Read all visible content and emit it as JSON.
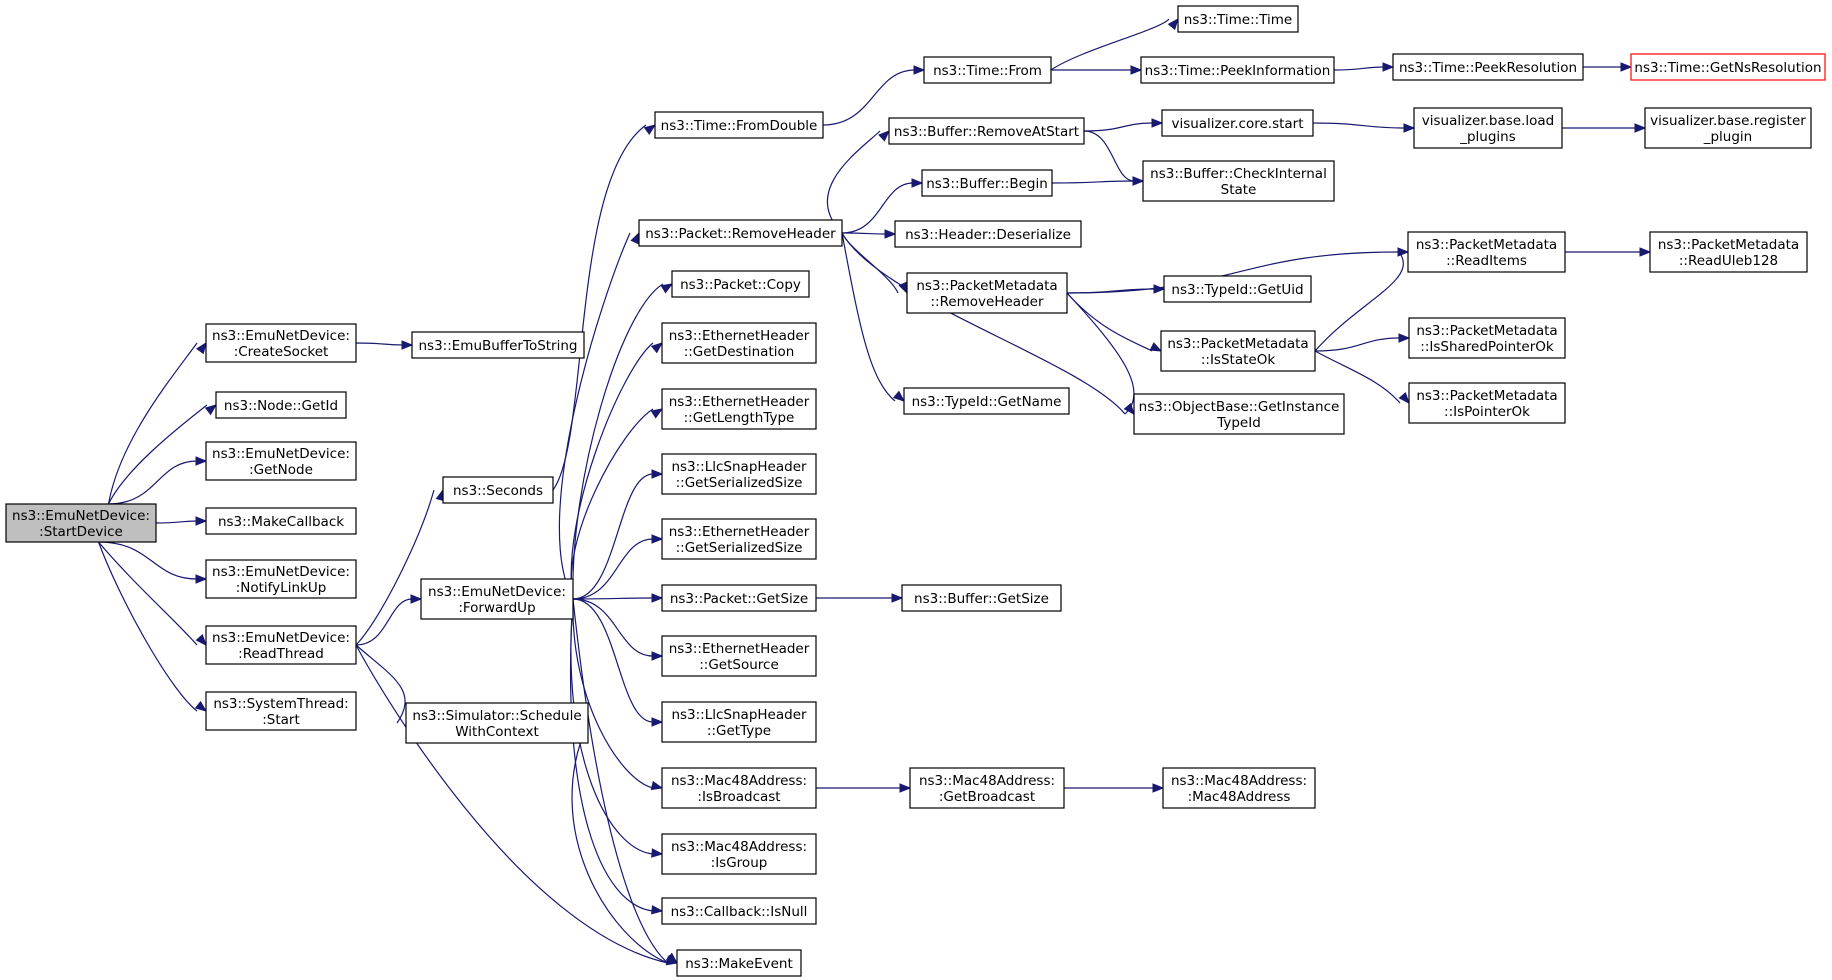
{
  "diagram": {
    "colors": {
      "edge": "#191970",
      "border": "#000000",
      "root_fill": "#bfbfbf",
      "missing_border": "#ff0000"
    },
    "nodes": [
      {
        "id": "start",
        "name": "node-emunetdevice-startdevice",
        "lines": [
          "ns3::EmuNetDevice:",
          ":StartDevice"
        ],
        "style": "root"
      },
      {
        "id": "create",
        "name": "node-emunetdevice-createsocket",
        "lines": [
          "ns3::EmuNetDevice:",
          ":CreateSocket"
        ]
      },
      {
        "id": "nodeid",
        "name": "node-node-getid",
        "lines": [
          "ns3::Node::GetId"
        ]
      },
      {
        "id": "getnode",
        "name": "node-emunetdevice-getnode",
        "lines": [
          "ns3::EmuNetDevice:",
          ":GetNode"
        ]
      },
      {
        "id": "makecb",
        "name": "node-makecallback",
        "lines": [
          "ns3::MakeCallback"
        ]
      },
      {
        "id": "notify",
        "name": "node-emunetdevice-notifylinkup",
        "lines": [
          "ns3::EmuNetDevice:",
          ":NotifyLinkUp"
        ]
      },
      {
        "id": "readthread",
        "name": "node-emunetdevice-readthread",
        "lines": [
          "ns3::EmuNetDevice:",
          ":ReadThread"
        ]
      },
      {
        "id": "systhread",
        "name": "node-systemthread-start",
        "lines": [
          "ns3::SystemThread:",
          ":Start"
        ]
      },
      {
        "id": "emubuf",
        "name": "node-emubuffertostring",
        "lines": [
          "ns3::EmuBufferToString"
        ]
      },
      {
        "id": "seconds",
        "name": "node-seconds",
        "lines": [
          "ns3::Seconds"
        ]
      },
      {
        "id": "forwardup",
        "name": "node-emunetdevice-forwardup",
        "lines": [
          "ns3::EmuNetDevice:",
          ":ForwardUp"
        ]
      },
      {
        "id": "schedule",
        "name": "node-simulator-schedulewithcontext",
        "lines": [
          "ns3::Simulator::Schedule",
          "WithContext"
        ]
      },
      {
        "id": "fromdouble",
        "name": "node-time-fromdouble",
        "lines": [
          "ns3::Time::FromDouble"
        ]
      },
      {
        "id": "removeheader",
        "name": "node-packet-removeheader",
        "lines": [
          "ns3::Packet::RemoveHeader"
        ]
      },
      {
        "id": "pcopy",
        "name": "node-packet-copy",
        "lines": [
          "ns3::Packet::Copy"
        ]
      },
      {
        "id": "ethdest",
        "name": "node-ethernetheader-getdestination",
        "lines": [
          "ns3::EthernetHeader",
          "::GetDestination"
        ]
      },
      {
        "id": "ethlen",
        "name": "node-ethernetheader-getlengthtype",
        "lines": [
          "ns3::EthernetHeader",
          "::GetLengthType"
        ]
      },
      {
        "id": "llcser",
        "name": "node-llcsnapheader-getserializedsize",
        "lines": [
          "ns3::LlcSnapHeader",
          "::GetSerializedSize"
        ]
      },
      {
        "id": "ethser",
        "name": "node-ethernetheader-getserializedsize",
        "lines": [
          "ns3::EthernetHeader",
          "::GetSerializedSize"
        ]
      },
      {
        "id": "pgetsize",
        "name": "node-packet-getsize",
        "lines": [
          "ns3::Packet::GetSize"
        ]
      },
      {
        "id": "ethsrc",
        "name": "node-ethernetheader-getsource",
        "lines": [
          "ns3::EthernetHeader",
          "::GetSource"
        ]
      },
      {
        "id": "llctype",
        "name": "node-llcsnapheader-gettype",
        "lines": [
          "ns3::LlcSnapHeader",
          "::GetType"
        ]
      },
      {
        "id": "isbcast",
        "name": "node-mac48address-isbroadcast",
        "lines": [
          "ns3::Mac48Address:",
          ":IsBroadcast"
        ]
      },
      {
        "id": "isgroup",
        "name": "node-mac48address-isgroup",
        "lines": [
          "ns3::Mac48Address:",
          ":IsGroup"
        ]
      },
      {
        "id": "isnull",
        "name": "node-callback-isnull",
        "lines": [
          "ns3::Callback::IsNull"
        ]
      },
      {
        "id": "makeevent",
        "name": "node-makeevent",
        "lines": [
          "ns3::MakeEvent"
        ]
      },
      {
        "id": "timefrom",
        "name": "node-time-from",
        "lines": [
          "ns3::Time::From"
        ]
      },
      {
        "id": "bufremove",
        "name": "node-buffer-removeatstart",
        "lines": [
          "ns3::Buffer::RemoveAtStart"
        ]
      },
      {
        "id": "bufbegin",
        "name": "node-buffer-begin",
        "lines": [
          "ns3::Buffer::Begin"
        ]
      },
      {
        "id": "hdrdeser",
        "name": "node-header-deserialize",
        "lines": [
          "ns3::Header::Deserialize"
        ]
      },
      {
        "id": "pmremove",
        "name": "node-packetmetadata-removeheader",
        "lines": [
          "ns3::PacketMetadata",
          "::RemoveHeader"
        ]
      },
      {
        "id": "typename",
        "name": "node-typeid-getname",
        "lines": [
          "ns3::TypeId::GetName"
        ]
      },
      {
        "id": "bufgetsize",
        "name": "node-buffer-getsize",
        "lines": [
          "ns3::Buffer::GetSize"
        ]
      },
      {
        "id": "getbcast",
        "name": "node-mac48address-getbroadcast",
        "lines": [
          "ns3::Mac48Address:",
          ":GetBroadcast"
        ]
      },
      {
        "id": "timetime",
        "name": "node-time-time",
        "lines": [
          "ns3::Time::Time"
        ]
      },
      {
        "id": "peekinfo",
        "name": "node-time-peekinformation",
        "lines": [
          "ns3::Time::PeekInformation"
        ]
      },
      {
        "id": "vizstart",
        "name": "node-visualizer-core-start",
        "lines": [
          "visualizer.core.start"
        ]
      },
      {
        "id": "bufcheck",
        "name": "node-buffer-checkinternalstate",
        "lines": [
          "ns3::Buffer::CheckInternal",
          "State"
        ]
      },
      {
        "id": "typeuid",
        "name": "node-typeid-getuid",
        "lines": [
          "ns3::TypeId::GetUid"
        ]
      },
      {
        "id": "isstate",
        "name": "node-packetmetadata-isstateok",
        "lines": [
          "ns3::PacketMetadata",
          "::IsStateOk"
        ]
      },
      {
        "id": "getinst",
        "name": "node-objectbase-getinstancetypeid",
        "lines": [
          "ns3::ObjectBase::GetInstance",
          "TypeId"
        ]
      },
      {
        "id": "mac48",
        "name": "node-mac48address-mac48address",
        "lines": [
          "ns3::Mac48Address:",
          ":Mac48Address"
        ]
      },
      {
        "id": "peekres",
        "name": "node-time-peekresolution",
        "lines": [
          "ns3::Time::PeekResolution"
        ]
      },
      {
        "id": "vizload",
        "name": "node-visualizer-base-load-plugins",
        "lines": [
          "visualizer.base.load",
          "_plugins"
        ]
      },
      {
        "id": "readitems",
        "name": "node-packetmetadata-readitems",
        "lines": [
          "ns3::PacketMetadata",
          "::ReadItems"
        ]
      },
      {
        "id": "isshared",
        "name": "node-packetmetadata-issharedpointerok",
        "lines": [
          "ns3::PacketMetadata",
          "::IsSharedPointerOk"
        ]
      },
      {
        "id": "isptr",
        "name": "node-packetmetadata-ispointerok",
        "lines": [
          "ns3::PacketMetadata",
          "::IsPointerOk"
        ]
      },
      {
        "id": "nsres",
        "name": "node-time-getnsresolution",
        "lines": [
          "ns3::Time::GetNsResolution"
        ],
        "style": "missing"
      },
      {
        "id": "vizreg",
        "name": "node-visualizer-base-register-plugin",
        "lines": [
          "visualizer.base.register",
          "_plugin"
        ]
      },
      {
        "id": "uleb",
        "name": "node-packetmetadata-readuleb128",
        "lines": [
          "ns3::PacketMetadata",
          "::ReadUleb128"
        ]
      }
    ],
    "edges": [
      [
        "start",
        "create"
      ],
      [
        "start",
        "nodeid"
      ],
      [
        "start",
        "getnode"
      ],
      [
        "start",
        "makecb"
      ],
      [
        "start",
        "notify"
      ],
      [
        "start",
        "readthread"
      ],
      [
        "start",
        "systhread"
      ],
      [
        "create",
        "emubuf"
      ],
      [
        "readthread",
        "seconds"
      ],
      [
        "readthread",
        "forwardup"
      ],
      [
        "readthread",
        "schedule"
      ],
      [
        "readthread",
        "makeevent"
      ],
      [
        "seconds",
        "fromdouble"
      ],
      [
        "fromdouble",
        "timefrom"
      ],
      [
        "timefrom",
        "timetime"
      ],
      [
        "timefrom",
        "peekinfo"
      ],
      [
        "peekinfo",
        "peekres"
      ],
      [
        "peekres",
        "nsres"
      ],
      [
        "forwardup",
        "removeheader"
      ],
      [
        "forwardup",
        "pcopy"
      ],
      [
        "forwardup",
        "ethdest"
      ],
      [
        "forwardup",
        "ethlen"
      ],
      [
        "forwardup",
        "llcser"
      ],
      [
        "forwardup",
        "ethser"
      ],
      [
        "forwardup",
        "pgetsize"
      ],
      [
        "forwardup",
        "ethsrc"
      ],
      [
        "forwardup",
        "llctype"
      ],
      [
        "forwardup",
        "isbcast"
      ],
      [
        "forwardup",
        "isgroup"
      ],
      [
        "forwardup",
        "isnull"
      ],
      [
        "forwardup",
        "makeevent"
      ],
      [
        "schedule",
        "makeevent"
      ],
      [
        "removeheader",
        "bufremove"
      ],
      [
        "removeheader",
        "bufbegin"
      ],
      [
        "removeheader",
        "hdrdeser"
      ],
      [
        "removeheader",
        "pmremove"
      ],
      [
        "removeheader",
        "typename"
      ],
      [
        "removeheader",
        "getinst"
      ],
      [
        "bufremove",
        "vizstart"
      ],
      [
        "bufremove",
        "bufcheck"
      ],
      [
        "bufbegin",
        "bufcheck"
      ],
      [
        "vizstart",
        "vizload"
      ],
      [
        "vizload",
        "vizreg"
      ],
      [
        "pmremove",
        "readitems"
      ],
      [
        "pmremove",
        "typeuid"
      ],
      [
        "pmremove",
        "isstate"
      ],
      [
        "pmremove",
        "getinst"
      ],
      [
        "isstate",
        "readitems"
      ],
      [
        "isstate",
        "isshared"
      ],
      [
        "isstate",
        "isptr"
      ],
      [
        "readitems",
        "uleb"
      ],
      [
        "pgetsize",
        "bufgetsize"
      ],
      [
        "isbcast",
        "getbcast"
      ],
      [
        "getbcast",
        "mac48"
      ]
    ]
  }
}
